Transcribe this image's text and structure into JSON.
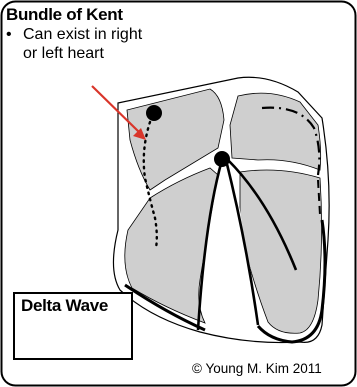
{
  "title": "Bundle of Kent",
  "bullet": {
    "marker": "•",
    "line1": "Can exist in right",
    "line2": "or left heart"
  },
  "inset": {
    "title": "Delta Wave"
  },
  "copyright": "© Young M. Kim 2011",
  "colors": {
    "heart_fill": "#cfcfcf",
    "outline": "#000000",
    "arrow": "#d9352a",
    "background": "#ffffff"
  }
}
